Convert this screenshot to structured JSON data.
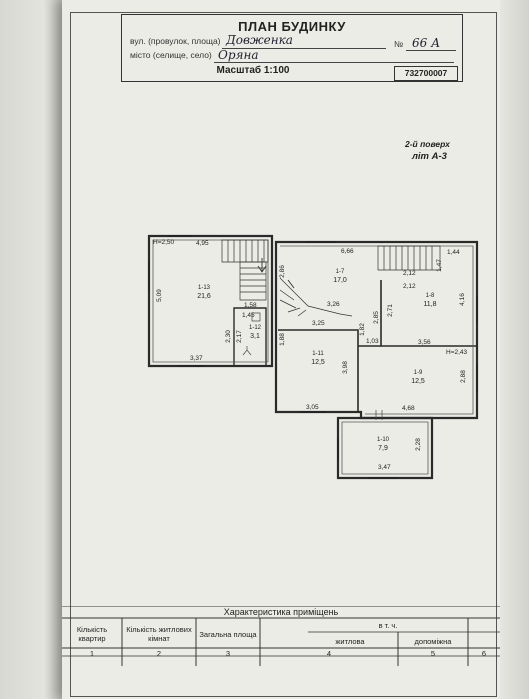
{
  "title_block": {
    "title": "ПЛАН БУДИНКУ",
    "street_label": "вул. (провулок, площа)",
    "street_value": "Довженка",
    "number_label": "№",
    "number_value": "66 А",
    "city_label": "місто (селище, село)",
    "city_value": "Оряна",
    "scale": "Масштаб 1:100",
    "code": "732700007"
  },
  "floor": {
    "floor_label": "2-й поверх",
    "letter_label": "літ А-3"
  },
  "heights": [
    "Н=2,50",
    "Н=2,43"
  ],
  "rooms": [
    {
      "num": "1-13",
      "area": "21,6"
    },
    {
      "num": "1-12",
      "area": "3,1"
    },
    {
      "num": "1-7",
      "area": "17,0"
    },
    {
      "num": "1-8",
      "area": "11,8"
    },
    {
      "num": "1-11",
      "area": "12,5"
    },
    {
      "num": "1-9",
      "area": "12,5"
    },
    {
      "num": "1-10",
      "area": "7,9"
    }
  ],
  "dimensions": {
    "d495": "4,95",
    "d666": "6,66",
    "d144": "1,44",
    "d509": "5,09",
    "d286": "2,86",
    "d212a": "2,12",
    "d147": "1,47",
    "d212b": "2,12",
    "d158": "1,58",
    "d326": "3,26",
    "d145": "1,45",
    "d416": "4,16",
    "d325": "3,25",
    "d285": "2,85",
    "d271": "2,71",
    "d230": "2,30",
    "d217": "2,17",
    "d188": "1,88",
    "d182": "1,82",
    "d103": "1,03",
    "d356": "3,56",
    "d337": "3,37",
    "d398": "3,98",
    "d288": "2,88",
    "d305": "3,05",
    "d468": "4,68",
    "d228": "2,28",
    "d347": "3,47"
  },
  "table": {
    "caption": "Характеристика приміщень",
    "headers": [
      "Кількість квартир",
      "Кількість житлових кімнат",
      "Загальна площа",
      "в т. ч.",
      "житлова",
      "допоміжна"
    ],
    "numbers": [
      "1",
      "2",
      "3",
      "4",
      "5",
      "6"
    ]
  }
}
